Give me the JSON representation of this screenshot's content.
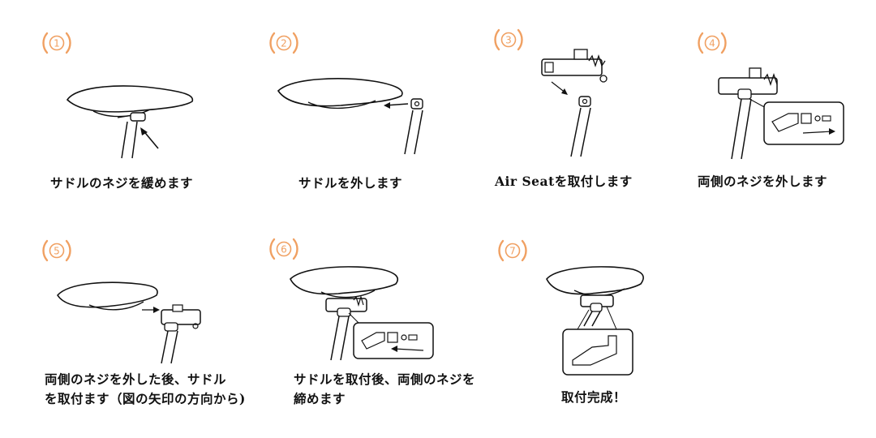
{
  "accent": "#F0A062",
  "steps": [
    {
      "number": "1",
      "lines": [
        "サドルのネジを緩めます"
      ]
    },
    {
      "number": "2",
      "lines": [
        "サドルを外します"
      ]
    },
    {
      "number": "3",
      "lines": [
        "Air Seatを取付します"
      ]
    },
    {
      "number": "4",
      "lines": [
        "両側のネジを外します"
      ]
    },
    {
      "number": "5",
      "lines": [
        "両側のネジを外した後、サドル",
        "を取付ます（図の矢印の方向から)"
      ]
    },
    {
      "number": "6",
      "lines": [
        "サドルを取付後、両側のネジを",
        "締めます"
      ]
    },
    {
      "number": "7",
      "lines": [
        "取付完成！"
      ]
    }
  ]
}
